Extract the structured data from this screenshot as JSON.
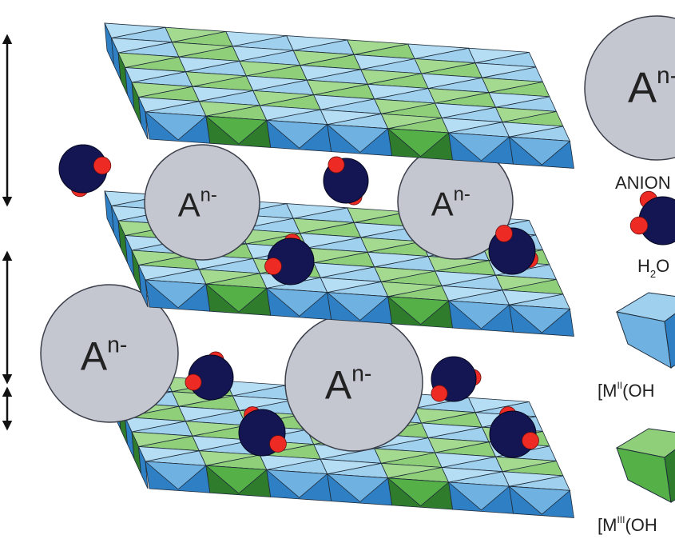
{
  "diagram": {
    "anion_symbol": "A",
    "anion_charge": "n-",
    "legend": {
      "anion_label": "ANION",
      "water_label_main": "H",
      "water_label_sub": "2",
      "water_label_tail": "O",
      "m2_prefix": "[M",
      "m2_sup": "II",
      "m2_tail": "(OH",
      "m3_prefix": "[M",
      "m3_sup": "III",
      "m3_tail": "(OH"
    },
    "colors": {
      "blue_top": "#9fd0ee",
      "blue_mid": "#6fb1e0",
      "blue_dark": "#2f7fc4",
      "green_top": "#8fcf79",
      "green_mid": "#55b047",
      "green_dark": "#2f7d2c",
      "anion_fill": "#c4c6d0",
      "water_body": "#131652",
      "water_h": "#ee2a24",
      "edge": "#1f2c3a"
    },
    "icons": [
      "double-arrow-icon",
      "water-molecule-icon",
      "octahedron-icon"
    ]
  }
}
